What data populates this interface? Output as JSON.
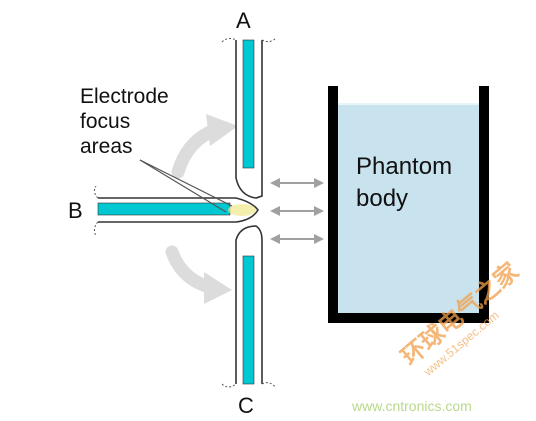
{
  "labels": {
    "electrode_a": "A",
    "electrode_b": "B",
    "electrode_c": "C",
    "focus_line1": "Electrode",
    "focus_line2": "focus",
    "focus_line3": "areas",
    "phantom_line1": "Phantom",
    "phantom_line2": "body"
  },
  "watermark": {
    "brand": "环球电气之家",
    "url_main": "www.51spec.com",
    "url_secondary": "www.cntronics.com"
  },
  "colors": {
    "cyan_core": "#00c8d2",
    "liquid": "#c8e2ee",
    "container": "#000000",
    "arrow": "#a0a0a0",
    "rotation_arrow": "#dcdcdc",
    "focus_glow": "#f0e88a",
    "watermark_orange": "#f2a04a",
    "watermark_green": "#b8d98a"
  }
}
